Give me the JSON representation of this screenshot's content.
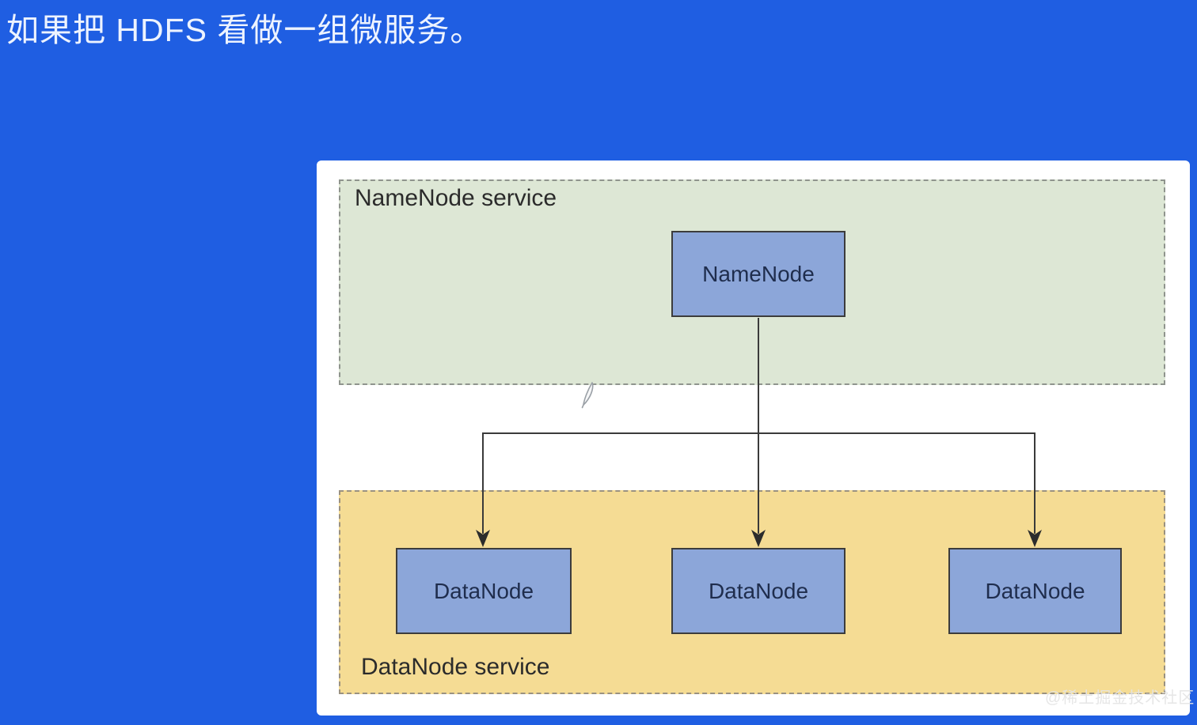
{
  "page": {
    "title": "如果把 HDFS 看做一组微服务。",
    "watermark": "@稀土掘金技术社区",
    "background_color": "#1f5ee2"
  },
  "diagram": {
    "groups": [
      {
        "id": "namenode-service",
        "label": "NameNode service",
        "fill": "#dde7d5"
      },
      {
        "id": "datanode-service",
        "label": "DataNode service",
        "fill": "#f5dc94"
      }
    ],
    "nodes": {
      "namenode": {
        "label": "NameNode"
      },
      "datanodes": [
        {
          "label": "DataNode"
        },
        {
          "label": "DataNode"
        },
        {
          "label": "DataNode"
        }
      ]
    },
    "edges": [
      {
        "from": "NameNode",
        "to": "DataNode-left",
        "arrow": "down"
      },
      {
        "from": "NameNode",
        "to": "DataNode-center",
        "arrow": "down"
      },
      {
        "from": "NameNode",
        "to": "DataNode-right",
        "arrow": "down"
      }
    ],
    "colors": {
      "node_fill": "#8ca6d9",
      "node_border": "#3c3c3c",
      "node_text": "#1f2d4d",
      "edge": "#3a3a3a",
      "panel": "#ffffff"
    },
    "icons": {
      "cursor": "pen-cursor-icon"
    }
  }
}
